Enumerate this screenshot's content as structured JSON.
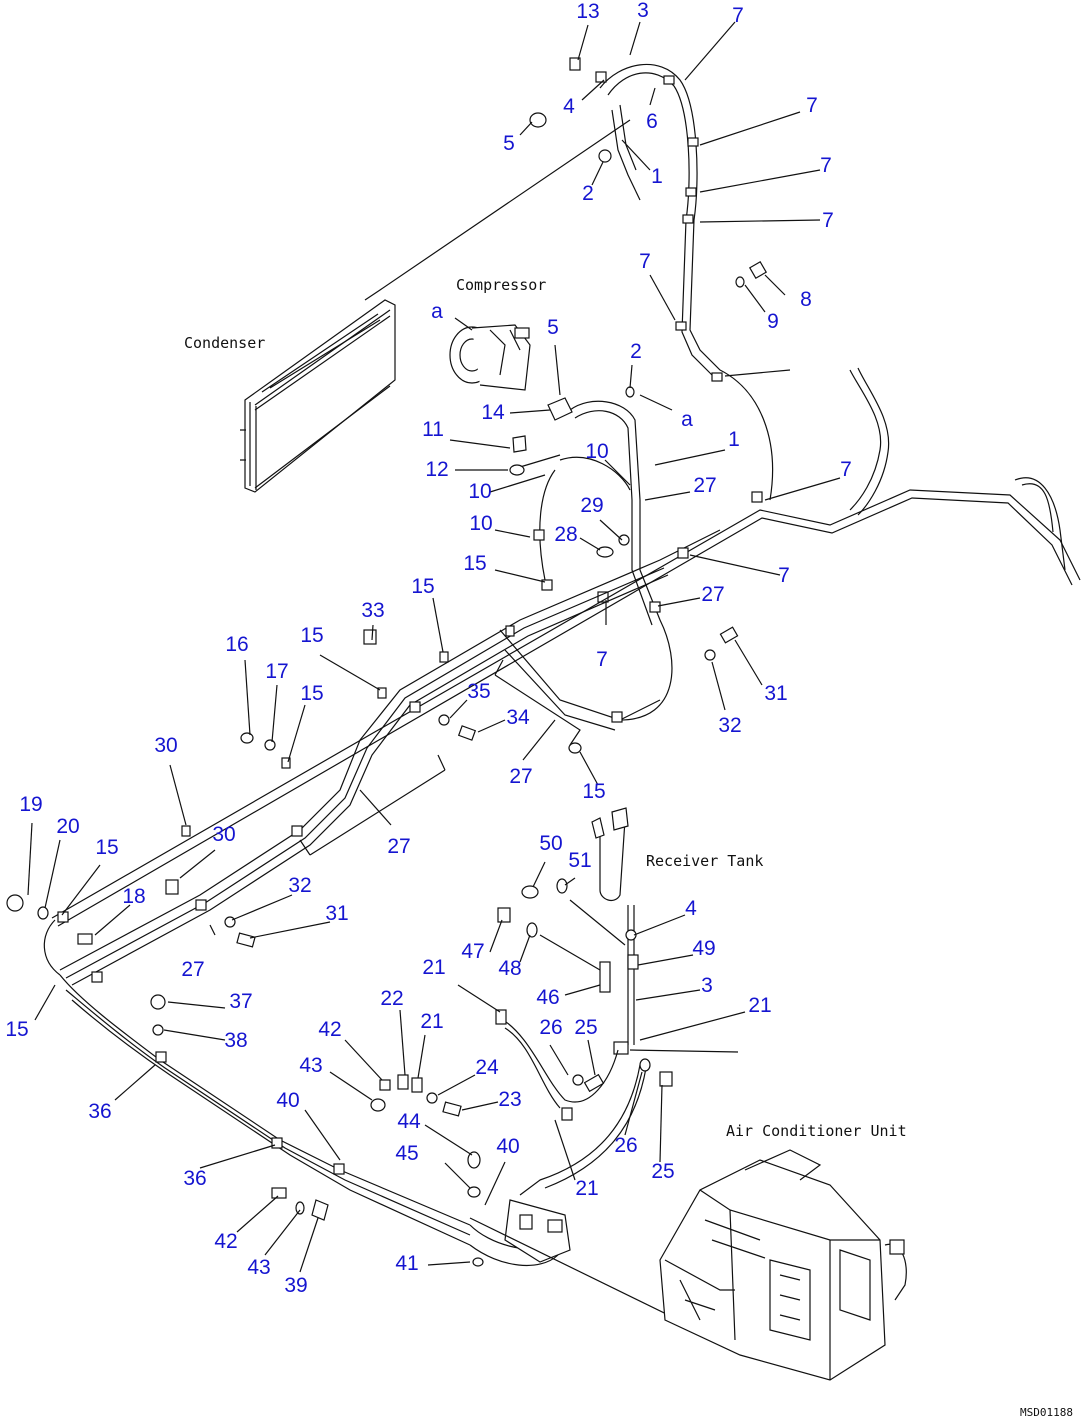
{
  "components": {
    "condenser": "Condenser",
    "compressor": "Compressor",
    "receiver_tank": "Receiver Tank",
    "air_conditioner_unit": "Air Conditioner Unit"
  },
  "drawing_code": "MSD01188",
  "callouts": [
    "13",
    "3",
    "7",
    "4",
    "6",
    "5",
    "1",
    "2",
    "7",
    "7",
    "7",
    "8",
    "9",
    "7",
    "5",
    "2",
    "a",
    "a",
    "14",
    "11",
    "12",
    "10",
    "1",
    "10",
    "27",
    "7",
    "29",
    "28",
    "10",
    "15",
    "7",
    "27",
    "15",
    "33",
    "15",
    "16",
    "17",
    "15",
    "35",
    "34",
    "31",
    "32",
    "7",
    "27",
    "30",
    "15",
    "30",
    "19",
    "20",
    "15",
    "18",
    "32",
    "31",
    "27",
    "15",
    "37",
    "38",
    "36",
    "50",
    "51",
    "4",
    "47",
    "48",
    "49",
    "46",
    "3",
    "21",
    "21",
    "21",
    "22",
    "42",
    "43",
    "26",
    "25",
    "24",
    "23",
    "40",
    "44",
    "45",
    "40",
    "36",
    "26",
    "25",
    "21",
    "42",
    "43",
    "39",
    "41",
    "27"
  ],
  "colors": {
    "callout": "#1515d0",
    "line": "#111111",
    "background": "#ffffff"
  }
}
